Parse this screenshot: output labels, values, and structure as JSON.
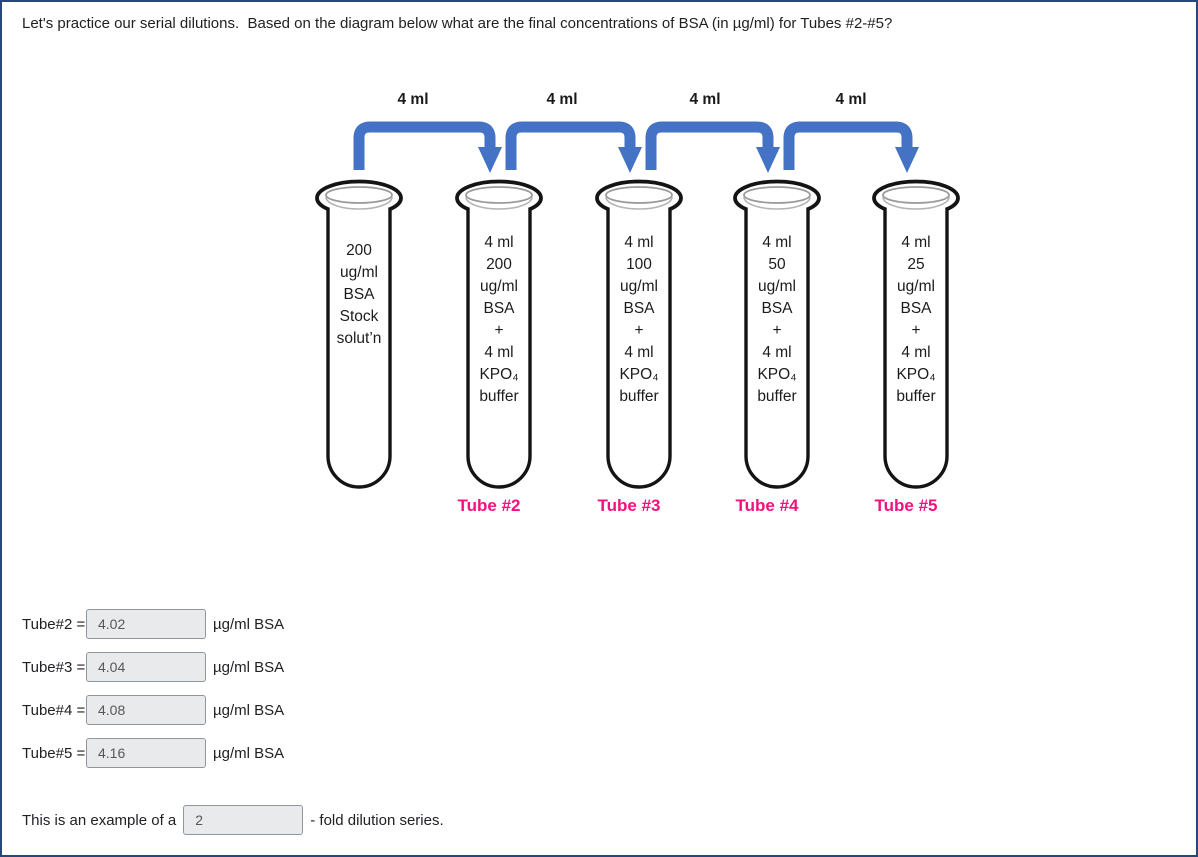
{
  "colors": {
    "panel_border": "#26477A",
    "arrow_blue": "#4472C4",
    "tube_caption_pink": "#F3117E"
  },
  "question": {
    "title": "Let's practice our serial dilutions.  Based on the diagram below what are the final concentrations of BSA (in µg/ml) for Tubes #2-#5?"
  },
  "diagram": {
    "transfer_labels": [
      "4 ml",
      "4 ml",
      "4 ml",
      "4 ml"
    ],
    "tubes": [
      {
        "caption": "",
        "lines": [
          "200",
          "ug/ml",
          "BSA",
          "Stock",
          "solut’n"
        ]
      },
      {
        "caption": "Tube #2",
        "lines": [
          "4 ml",
          "200",
          "ug/ml",
          "BSA",
          "+",
          "4 ml",
          "KPO₄",
          "buffer"
        ]
      },
      {
        "caption": "Tube #3",
        "lines": [
          "4 ml",
          "100",
          "ug/ml",
          "BSA",
          "+",
          "4 ml",
          "KPO₄",
          "buffer"
        ]
      },
      {
        "caption": "Tube #4",
        "lines": [
          "4 ml",
          "50",
          "ug/ml",
          "BSA",
          "+",
          "4 ml",
          "KPO₄",
          "buffer"
        ]
      },
      {
        "caption": "Tube #5",
        "lines": [
          "4 ml",
          "25",
          "ug/ml",
          "BSA",
          "+",
          "4 ml",
          "KPO₄",
          "buffer"
        ]
      }
    ]
  },
  "answers": {
    "rows": [
      {
        "label": "Tube#2 =",
        "value": "4.02",
        "suffix": "µg/ml BSA"
      },
      {
        "label": "Tube#3 =",
        "value": "4.04",
        "suffix": "µg/ml BSA"
      },
      {
        "label": "Tube#4 =",
        "value": "4.08",
        "suffix": "µg/ml BSA"
      },
      {
        "label": "Tube#5 =",
        "value": "4.16",
        "suffix": "µg/ml BSA"
      }
    ],
    "fold": {
      "prefix": "This is an example of a",
      "value": "2",
      "suffix": "- fold dilution series."
    }
  }
}
